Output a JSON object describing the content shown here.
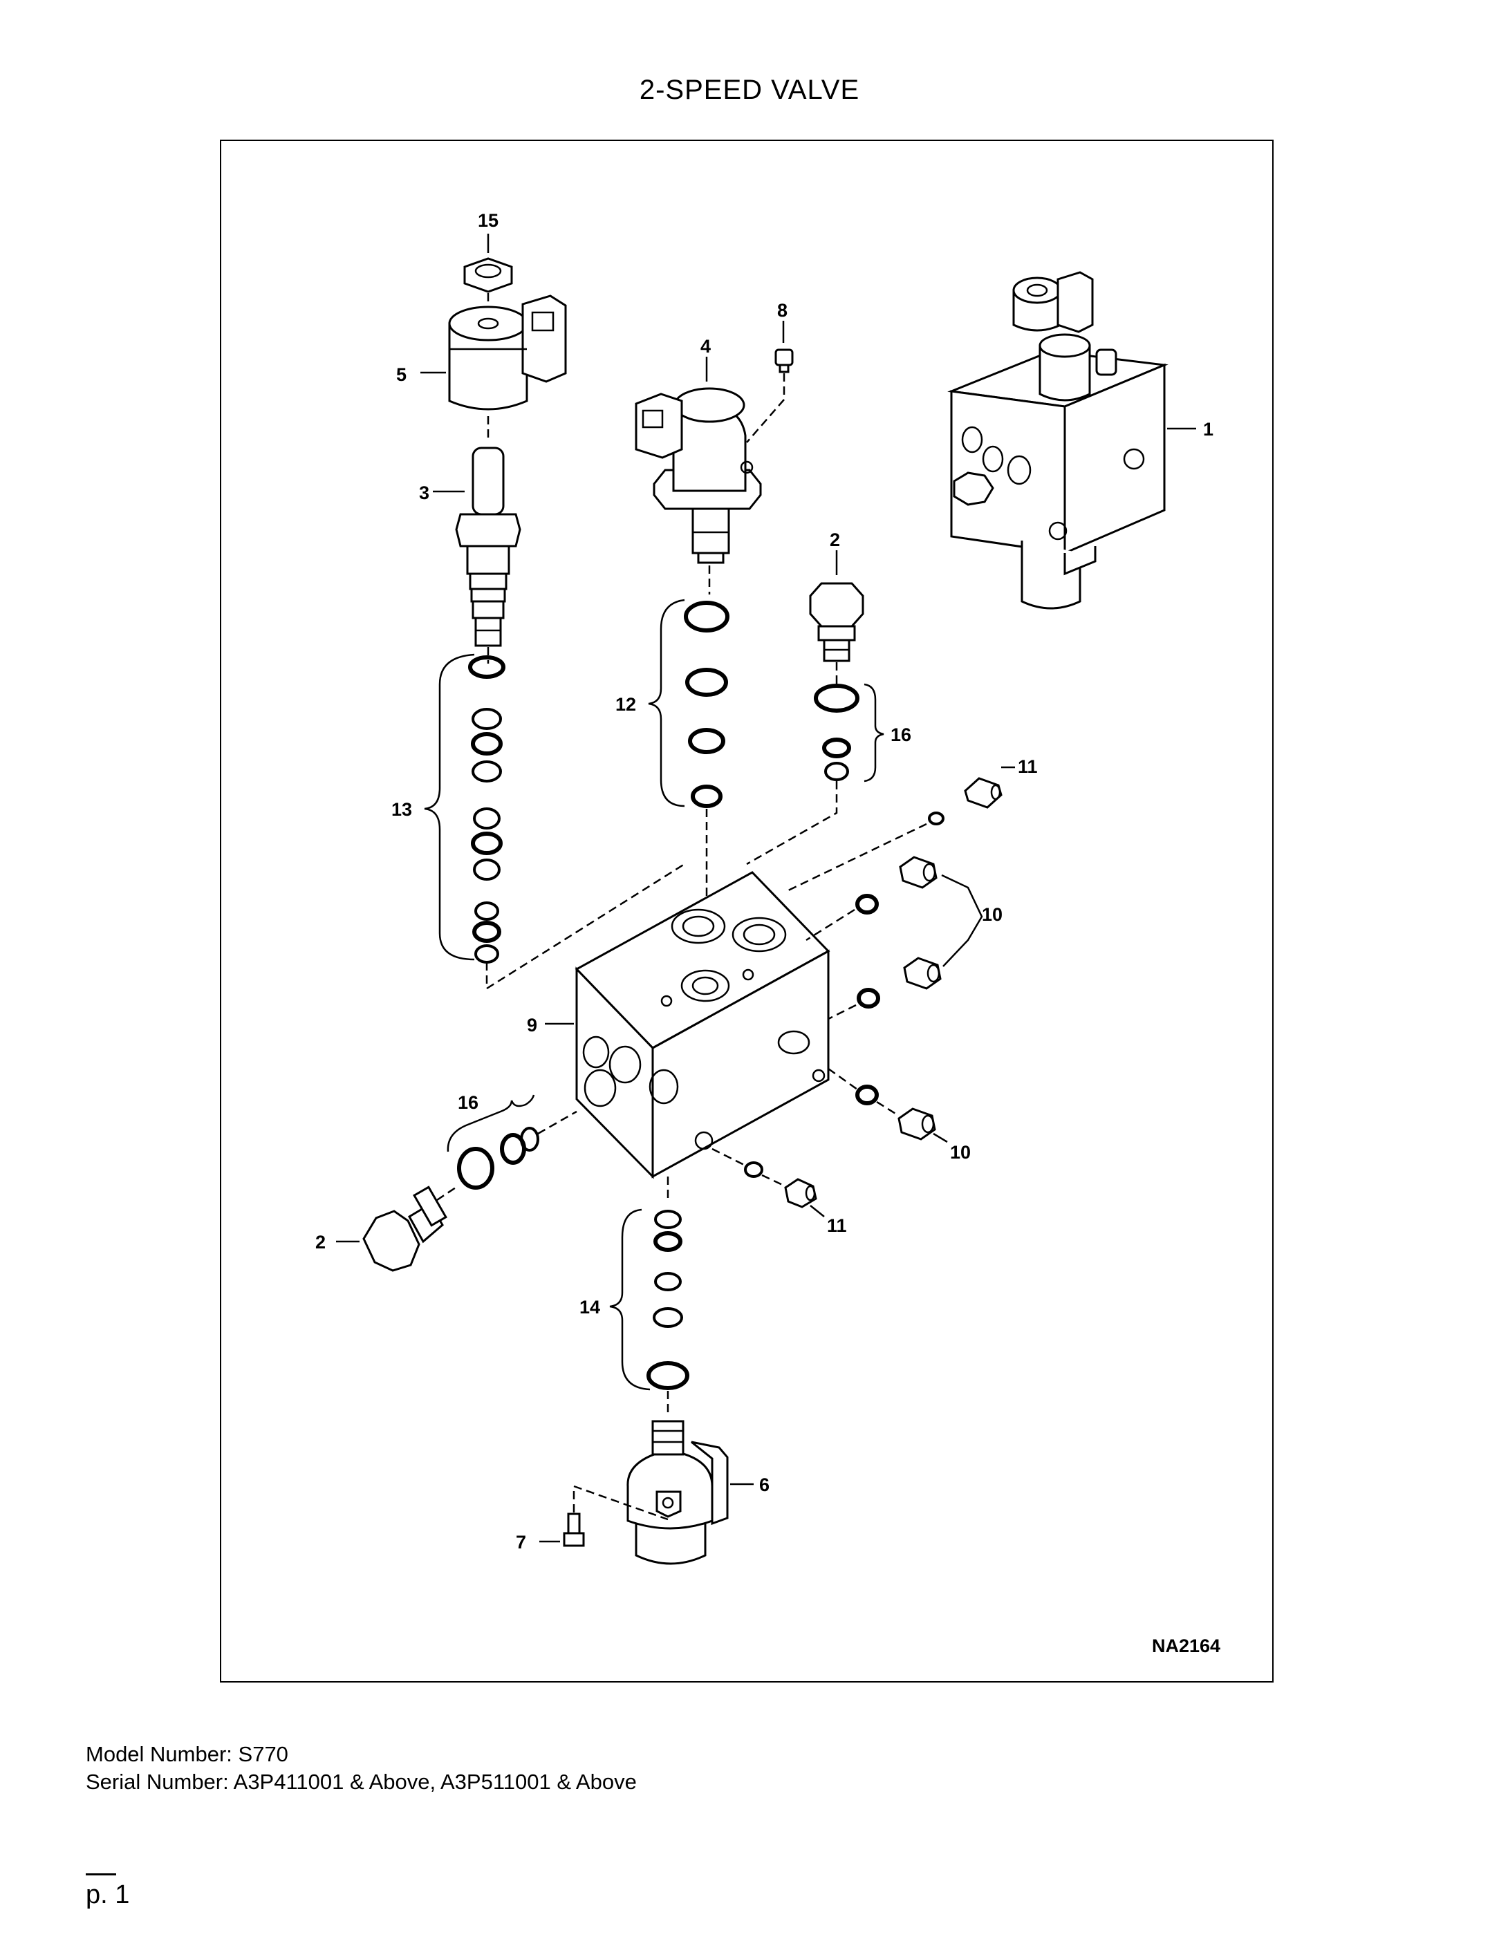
{
  "title": "2-SPEED VALVE",
  "figure_code": "NA2164",
  "callouts": {
    "c15": "15",
    "c5": "5",
    "c3": "3",
    "c13": "13",
    "c4": "4",
    "c8": "8",
    "c12": "12",
    "c2a": "2",
    "c16a": "16",
    "c1": "1",
    "c11a": "11",
    "c10a": "10",
    "c9": "9",
    "c10b": "10",
    "c16b": "16",
    "c2b": "2",
    "c11b": "11",
    "c14": "14",
    "c6": "6",
    "c7": "7"
  },
  "footer": {
    "model": "Model Number: S770",
    "serial": "Serial Number: A3P411001 & Above, A3P511001 & Above",
    "page": "p. 1"
  }
}
